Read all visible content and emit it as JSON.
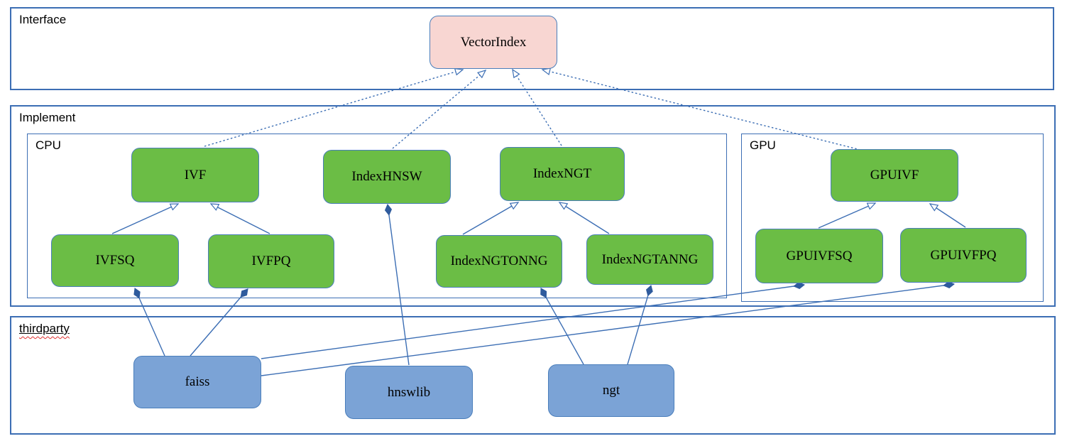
{
  "diagram": {
    "kind": "uml-class-diagram",
    "containers": {
      "interface": {
        "label": "Interface"
      },
      "implement": {
        "label": "Implement"
      },
      "cpu": {
        "label": "CPU"
      },
      "gpu": {
        "label": "GPU"
      },
      "thirdparty": {
        "label": "thirdparty",
        "spellcheck_squiggle": true
      }
    },
    "nodes": {
      "vectorindex": {
        "label": "VectorIndex",
        "container": "interface",
        "fill": "#f8d6d2"
      },
      "ivf": {
        "label": "IVF",
        "container": "cpu",
        "fill": "#6bbd45"
      },
      "indexhnsw": {
        "label": "IndexHNSW",
        "container": "cpu",
        "fill": "#6bbd45"
      },
      "indexngt": {
        "label": "IndexNGT",
        "container": "cpu",
        "fill": "#6bbd45"
      },
      "ivfsq": {
        "label": "IVFSQ",
        "container": "cpu",
        "fill": "#6bbd45"
      },
      "ivfpq": {
        "label": "IVFPQ",
        "container": "cpu",
        "fill": "#6bbd45"
      },
      "indexngtonng": {
        "label": "IndexNGTONNG",
        "container": "cpu",
        "fill": "#6bbd45"
      },
      "indexngtanng": {
        "label": "IndexNGTANNG",
        "container": "cpu",
        "fill": "#6bbd45"
      },
      "gpuivf": {
        "label": "GPUIVF",
        "container": "gpu",
        "fill": "#6bbd45"
      },
      "gpuivfsq": {
        "label": "GPUIVFSQ",
        "container": "gpu",
        "fill": "#6bbd45"
      },
      "gpuivfpq": {
        "label": "GPUIVFPQ",
        "container": "gpu",
        "fill": "#6bbd45"
      },
      "faiss": {
        "label": "faiss",
        "container": "thirdparty",
        "fill": "#7ba3d6"
      },
      "hnswlib": {
        "label": "hnswlib",
        "container": "thirdparty",
        "fill": "#7ba3d6"
      },
      "ngt": {
        "label": "ngt",
        "container": "thirdparty",
        "fill": "#7ba3d6"
      }
    },
    "edges": [
      {
        "from": "IVF",
        "to": "VectorIndex",
        "type": "realization-dashed-hollow-arrow"
      },
      {
        "from": "IndexHNSW",
        "to": "VectorIndex",
        "type": "realization-dashed-hollow-arrow"
      },
      {
        "from": "IndexNGT",
        "to": "VectorIndex",
        "type": "realization-dashed-hollow-arrow"
      },
      {
        "from": "GPUIVF",
        "to": "VectorIndex",
        "type": "realization-dashed-hollow-arrow"
      },
      {
        "from": "IVFSQ",
        "to": "IVF",
        "type": "inheritance-hollow-arrow"
      },
      {
        "from": "IVFPQ",
        "to": "IVF",
        "type": "inheritance-hollow-arrow"
      },
      {
        "from": "IndexNGTONNG",
        "to": "IndexNGT",
        "type": "inheritance-hollow-arrow"
      },
      {
        "from": "IndexNGTANNG",
        "to": "IndexNGT",
        "type": "inheritance-hollow-arrow"
      },
      {
        "from": "GPUIVFSQ",
        "to": "GPUIVF",
        "type": "inheritance-hollow-arrow"
      },
      {
        "from": "GPUIVFPQ",
        "to": "GPUIVF",
        "type": "inheritance-hollow-arrow"
      },
      {
        "from": "faiss",
        "to": "IVFSQ",
        "type": "composition-filled-diamond"
      },
      {
        "from": "faiss",
        "to": "IVFPQ",
        "type": "composition-filled-diamond"
      },
      {
        "from": "faiss",
        "to": "GPUIVFSQ",
        "type": "composition-filled-diamond"
      },
      {
        "from": "faiss",
        "to": "GPUIVFPQ",
        "type": "composition-filled-diamond"
      },
      {
        "from": "hnswlib",
        "to": "IndexHNSW",
        "type": "composition-filled-diamond"
      },
      {
        "from": "ngt",
        "to": "IndexNGTONNG",
        "type": "composition-filled-diamond"
      },
      {
        "from": "ngt",
        "to": "IndexNGTANNG",
        "type": "composition-filled-diamond"
      }
    ],
    "colors": {
      "container_border": "#3c6eb4",
      "node_border": "#4a7ebb",
      "green_fill": "#6bbd45",
      "pink_fill": "#f8d6d2",
      "blue_fill": "#7ba3d6",
      "line": "#3c6eb4",
      "diamond_fill": "#2f5b9d",
      "squiggle": "#e03030"
    }
  }
}
